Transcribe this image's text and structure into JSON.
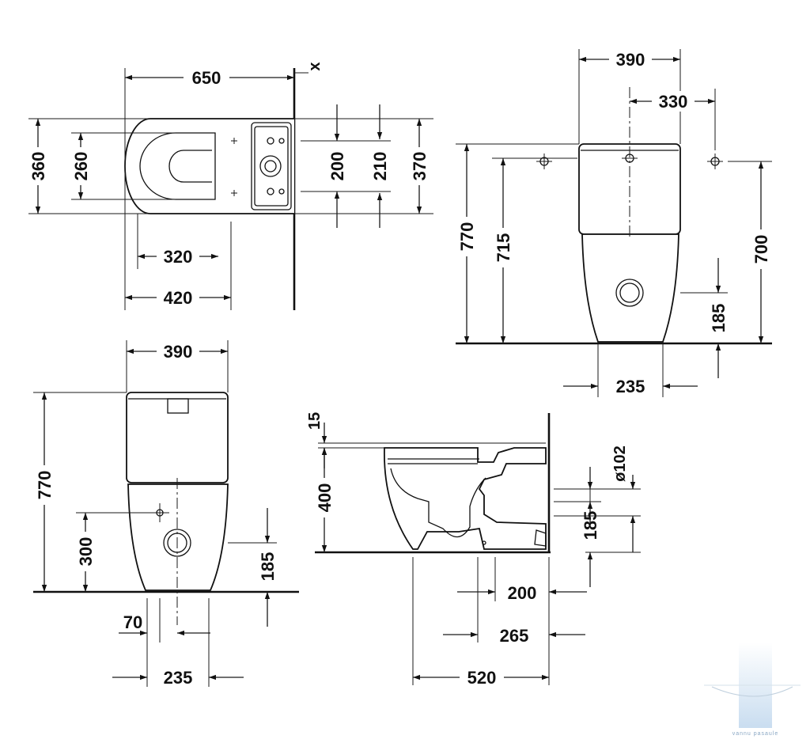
{
  "views": {
    "top": {
      "width_overall": "650",
      "wall_offset": "x",
      "depth_overall": "360",
      "seat_depth": "260",
      "seat_width": "320",
      "bowl_length": "420",
      "bracket_spacing_a": "200",
      "bracket_spacing_b": "210",
      "tank_depth": "370"
    },
    "rear": {
      "tank_width": "390",
      "fixing_spacing": "330",
      "overall_height": "770",
      "inlet_height": "715",
      "fixing_height": "700",
      "outlet_height": "185",
      "foot_width": "235"
    },
    "front": {
      "tank_width": "390",
      "overall_height": "770",
      "inlet_height": "300",
      "outlet_height": "185",
      "inlet_offset": "70",
      "foot_width": "235"
    },
    "side": {
      "seat_gap": "15",
      "rim_height": "400",
      "outlet_diameter": "ø102",
      "outlet_height": "185",
      "outlet_distance_a": "200",
      "outlet_distance_b": "265",
      "overall_length": "520"
    }
  },
  "watermark": {
    "text": "vannu pasaule"
  }
}
